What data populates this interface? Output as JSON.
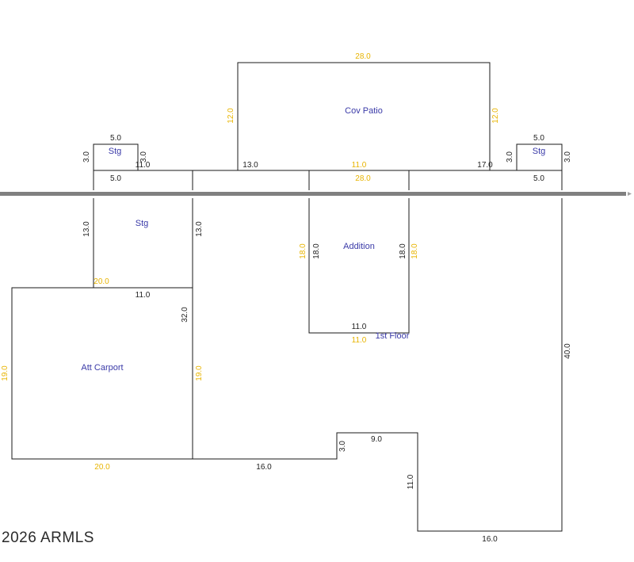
{
  "colors": {
    "wall": "#1a1a1a",
    "dimension_primary": "#222222",
    "dimension_secondary": "#e8b400",
    "room_label": "#3a3aa8",
    "divider": "#808080"
  },
  "rooms": {
    "cov_patio": "Cov Patio",
    "stg_top_left": "Stg",
    "stg_top_right": "Stg",
    "stg_mid": "Stg",
    "addition": "Addition",
    "first_floor": "1st Floor",
    "att_carport": "Att Carport"
  },
  "dimensions": {
    "patio_top": "28.0",
    "patio_left": "12.0",
    "patio_right": "12.0",
    "stgl_top": "5.0",
    "stgl_left": "3.0",
    "stgl_right": "3.0",
    "stgl_bottom": "5.0",
    "wall_11": "11.0",
    "wall_13": "13.0",
    "wall_11_gold": "11.0",
    "wall_17": "17.0",
    "wall_28_gold": "28.0",
    "stgr_top": "5.0",
    "stgr_left": "3.0",
    "stgr_right": "3.0",
    "stgr_bottom": "5.0",
    "stg_mid_left": "13.0",
    "stg_mid_right": "13.0",
    "stg_mid_20": "20.0",
    "stg_mid_11": "11.0",
    "add_left_gold": "18.0",
    "add_left": "18.0",
    "add_right": "18.0",
    "add_right_gold": "18.0",
    "add_bottom": "11.0",
    "add_bottom_gold": "11.0",
    "carport_32": "32.0",
    "carport_left_gold": "19.0",
    "carport_right_gold": "19.0",
    "carport_bottom_gold": "20.0",
    "bottom_16": "16.0",
    "step_3": "3.0",
    "step_9": "9.0",
    "step_11": "11.0",
    "right_40": "40.0",
    "bottom_right_16": "16.0"
  },
  "footer": {
    "copyright": "2026 ARMLS"
  }
}
